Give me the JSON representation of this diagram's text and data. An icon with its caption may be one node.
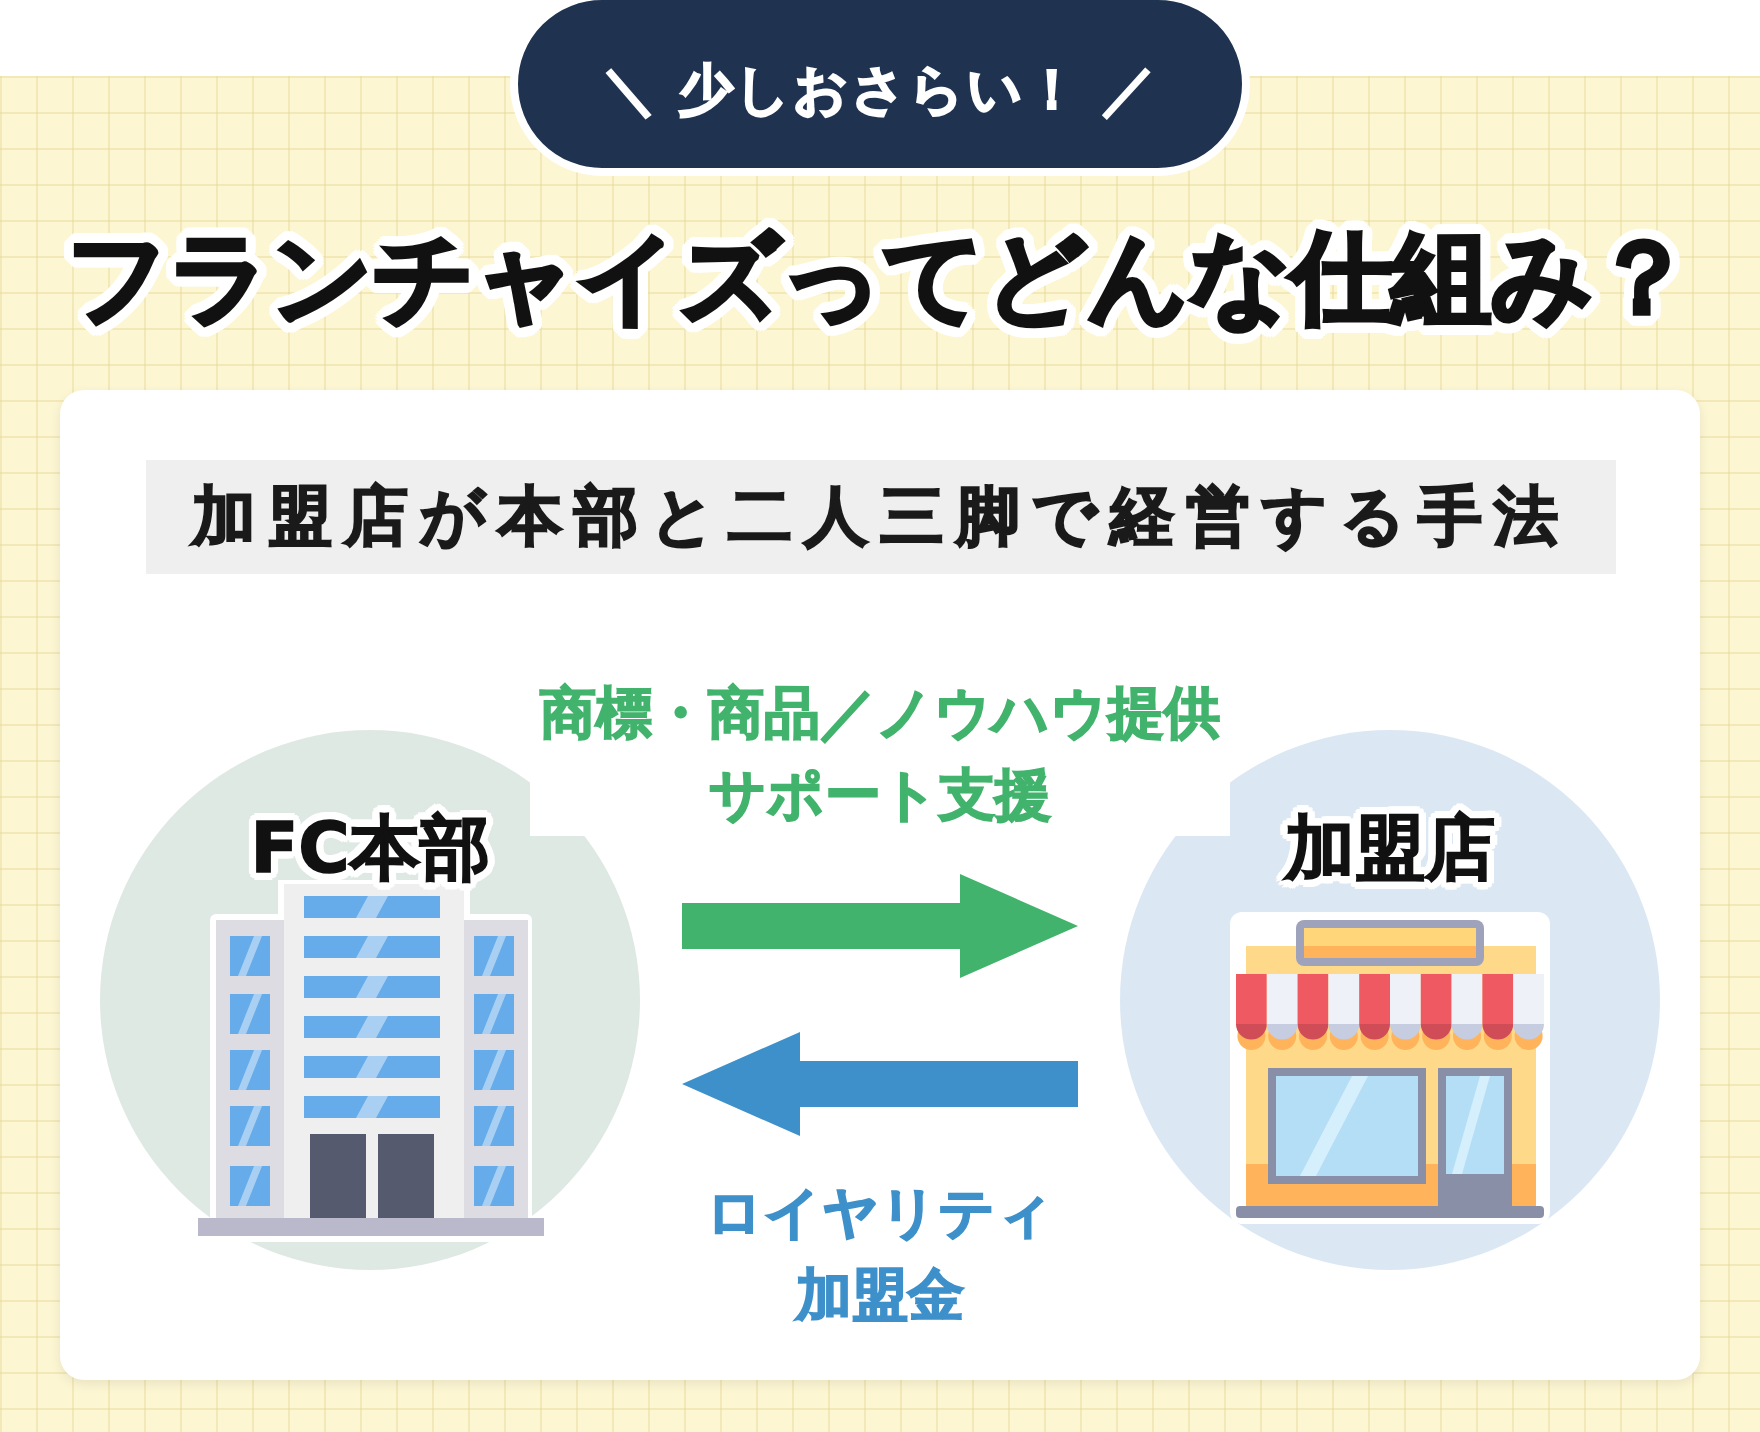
{
  "diagram": {
    "title": "フランチャイズってどんな仕組み？",
    "nodes": [
      {
        "text": [
          "＼ 少しおさらい！ ／"
        ]
      },
      {
        "text": [
          "加盟店が本部と二人三脚で経営する手法"
        ]
      },
      {
        "text": [
          "FC本部"
        ]
      },
      {
        "text": [
          "加盟店"
        ]
      }
    ],
    "edges": [
      {
        "from": 2,
        "to": 3,
        "arrow": "to",
        "label": "商標・商品／ノウハウ提供サポート支援",
        "style": "thick",
        "color": "#41b36c"
      },
      {
        "from": 3,
        "to": 2,
        "arrow": "to",
        "label": "ロイヤリティ加盟金",
        "style": "thick",
        "color": "#3d90c9"
      }
    ]
  }
}
